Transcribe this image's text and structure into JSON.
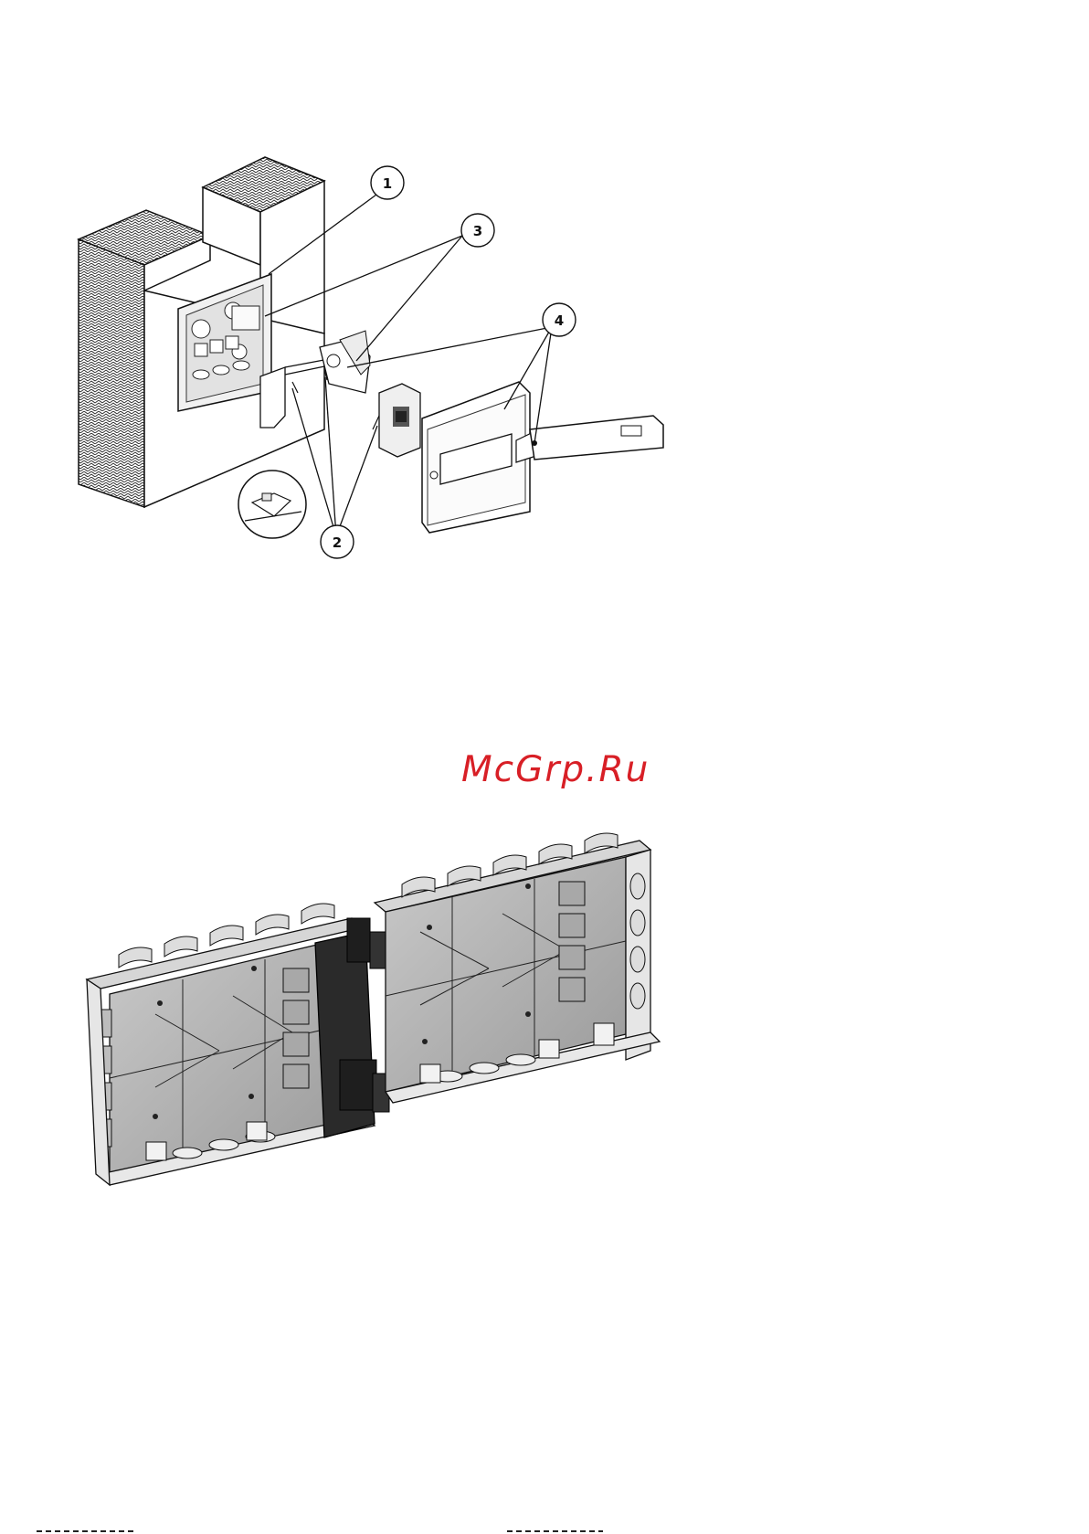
{
  "watermark": {
    "text": "McGrp.Ru",
    "color": "#d81f26"
  },
  "diagram_1": {
    "callouts": [
      {
        "label": "1"
      },
      {
        "label": "3"
      },
      {
        "label": "4"
      },
      {
        "label": "2"
      }
    ]
  },
  "diagram_2": {}
}
